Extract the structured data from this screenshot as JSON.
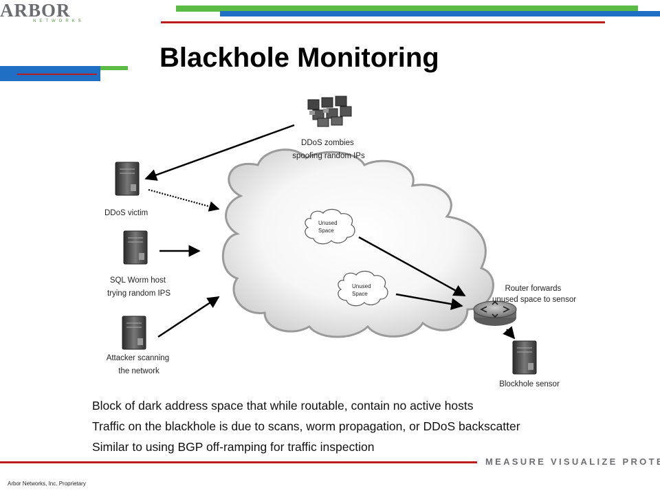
{
  "brand": {
    "logo_name": "ARBOR",
    "logo_sub": "NETWORKS",
    "colors": {
      "green": "#5cbb45",
      "blue": "#1f6fc4",
      "red": "#b91c1c",
      "gray": "#6d6e71"
    }
  },
  "slide": {
    "title": "Blackhole Monitoring",
    "tagline": "MEASURE VISUALIZE PROTECT",
    "footer": "Arbor Networks, Inc. Proprietary"
  },
  "diagram": {
    "zombies_label": [
      "DDoS zombies",
      "spoofing random IPs"
    ],
    "victim_label": [
      "DDoS victim"
    ],
    "worm_label": [
      "SQL Worm host",
      "trying random IPS"
    ],
    "attacker_label": [
      "Attacker scanning",
      "the network"
    ],
    "router_label": [
      "Router forwards",
      "unused space to sensor"
    ],
    "sensor_label": [
      "Blockhole sensor"
    ],
    "unused1_label": [
      "Unused",
      "Space"
    ],
    "unused2_label": [
      "Unused",
      "Space"
    ],
    "icons": [
      "computer-cluster-icon",
      "server-icon",
      "router-icon",
      "cloud-icon"
    ]
  },
  "bullets": [
    "Block of dark address space that while routable, contain no active hosts",
    "Traffic on the blackhole is due to scans, worm propagation, or DDoS backscatter",
    "Similar to using BGP off-ramping for traffic inspection"
  ]
}
